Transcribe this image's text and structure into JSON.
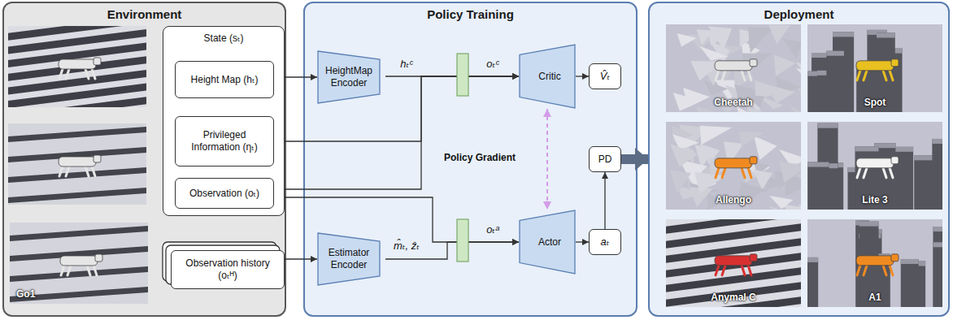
{
  "diagram": {
    "nodes": [
      {
        "text": [
          "Environment"
        ]
      },
      {
        "text": [
          "Go1"
        ],
        "in": 0
      },
      {
        "text": [
          "State (sₜ)"
        ],
        "in": 0
      },
      {
        "text": [
          "Height Map (hₜ)"
        ],
        "in": 2
      },
      {
        "text": [
          "Privileged Information (ηₜ)"
        ],
        "in": 2
      },
      {
        "text": [
          "Observation (oₜ)"
        ],
        "in": 2
      },
      {
        "text": [
          "Observation history (oₜᴴ)"
        ],
        "in": 0
      },
      {
        "text": [
          "Policy Training"
        ]
      },
      {
        "text": [
          "HeightMap Encoder"
        ],
        "in": 7
      },
      {
        "text": [
          "Estimator Encoder"
        ],
        "in": 7
      },
      {
        "text": [
          "Critic"
        ],
        "in": 7
      },
      {
        "text": [
          "V̂ₜ"
        ],
        "in": 7
      },
      {
        "text": [
          "Actor"
        ],
        "in": 7
      },
      {
        "text": [
          "aₜ"
        ],
        "in": 7
      },
      {
        "text": [
          "PD"
        ],
        "in": 7
      },
      {
        "text": [
          "Deployment"
        ]
      },
      {
        "text": [
          "Cheetah"
        ],
        "in": 15
      },
      {
        "text": [
          "Spot"
        ],
        "in": 15
      },
      {
        "text": [
          "Allengo"
        ],
        "in": 15
      },
      {
        "text": [
          "Lite 3"
        ],
        "in": 15
      },
      {
        "text": [
          "Anymal C"
        ],
        "in": 15
      },
      {
        "text": [
          "A1"
        ],
        "in": 15
      }
    ],
    "edges": [
      {
        "from": 3,
        "to": 8,
        "arrow": "to"
      },
      {
        "from": 8,
        "to": 10,
        "arrow": "to",
        "label": "hₜᶜ"
      },
      {
        "from": 4,
        "to": 10,
        "arrow": "to"
      },
      {
        "from": 5,
        "to": 10,
        "arrow": "to"
      },
      {
        "from": 5,
        "to": 12,
        "arrow": "to"
      },
      {
        "from": 6,
        "to": 9,
        "arrow": "to"
      },
      {
        "from": 9,
        "to": 12,
        "arrow": "to",
        "label": "m̂ₜ, ẑₜ"
      },
      {
        "from": 10,
        "to": 11,
        "arrow": "to"
      },
      {
        "from": 12,
        "to": 13,
        "arrow": "to"
      },
      {
        "from": 13,
        "to": 14,
        "arrow": "to"
      },
      {
        "from": 14,
        "to": 15,
        "arrow": "to"
      },
      {
        "from": 10,
        "to": 12,
        "arrow": "both",
        "label": "Policy Gradient"
      }
    ],
    "labels": [
      "oₜᶜ",
      "oₜᵃ"
    ]
  }
}
